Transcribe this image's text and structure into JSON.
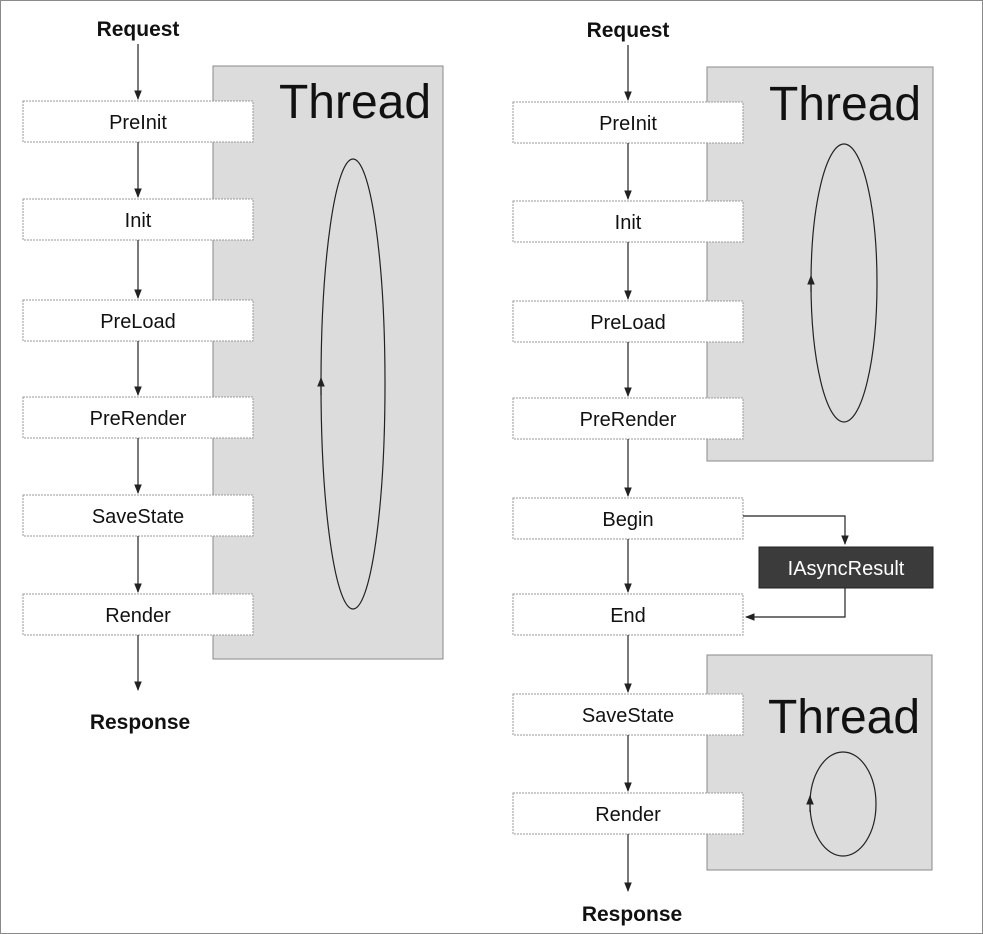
{
  "colors": {
    "thread_bg": "#dcdcdc",
    "stroke": "#222222",
    "box_border": "#9a9a9a",
    "async_bg": "#3b3b3b",
    "async_text": "#ffffff"
  },
  "left": {
    "request": "Request",
    "response": "Response",
    "thread": "Thread",
    "stages": [
      "PreInit",
      "Init",
      "PreLoad",
      "PreRender",
      "SaveState",
      "Render"
    ]
  },
  "right": {
    "request": "Request",
    "response": "Response",
    "thread_top": "Thread",
    "thread_bottom": "Thread",
    "stages": [
      "PreInit",
      "Init",
      "PreLoad",
      "PreRender",
      "Begin",
      "End",
      "SaveState",
      "Render"
    ],
    "async": "IAsyncResult"
  }
}
